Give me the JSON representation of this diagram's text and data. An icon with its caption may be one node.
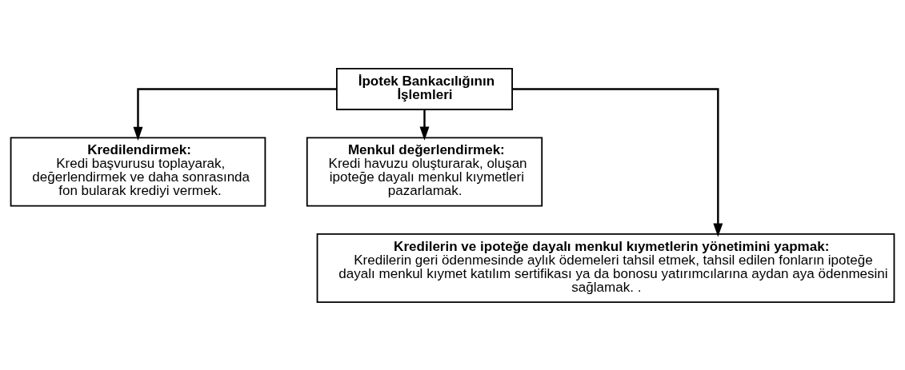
{
  "diagram": {
    "nodes": [
      {
        "text": [
          "İpotek Bankacılığının İşlemleri"
        ]
      },
      {
        "text": [
          "Kredilendirmek:",
          "Kredi başvurusu toplayarak, değerlendirmek ve daha sonrasında fon bularak krediyi vermek."
        ]
      },
      {
        "text": [
          "Menkul değerlendirmek:",
          "Kredi havuzu oluşturarak, oluşan ipoteğe dayalı menkul kıymetleri pazarlamak."
        ]
      },
      {
        "text": [
          "Kredilerin ve ipoteğe dayalı menkul kıymetlerin yönetimini yapmak:",
          "Kredilerin geri ödenmesinde aylık ödemeleri tahsil etmek, tahsil edilen fonların ipoteğe dayalı menkul kıymet katılım sertifikası ya da bonosu yatırımcılarına aydan aya ödenmesini sağlamak. ."
        ]
      }
    ],
    "edges": [
      {
        "from": 0,
        "to": 1,
        "arrow": "to"
      },
      {
        "from": 0,
        "to": 2,
        "arrow": "to"
      },
      {
        "from": 0,
        "to": 3,
        "arrow": "to"
      }
    ]
  }
}
